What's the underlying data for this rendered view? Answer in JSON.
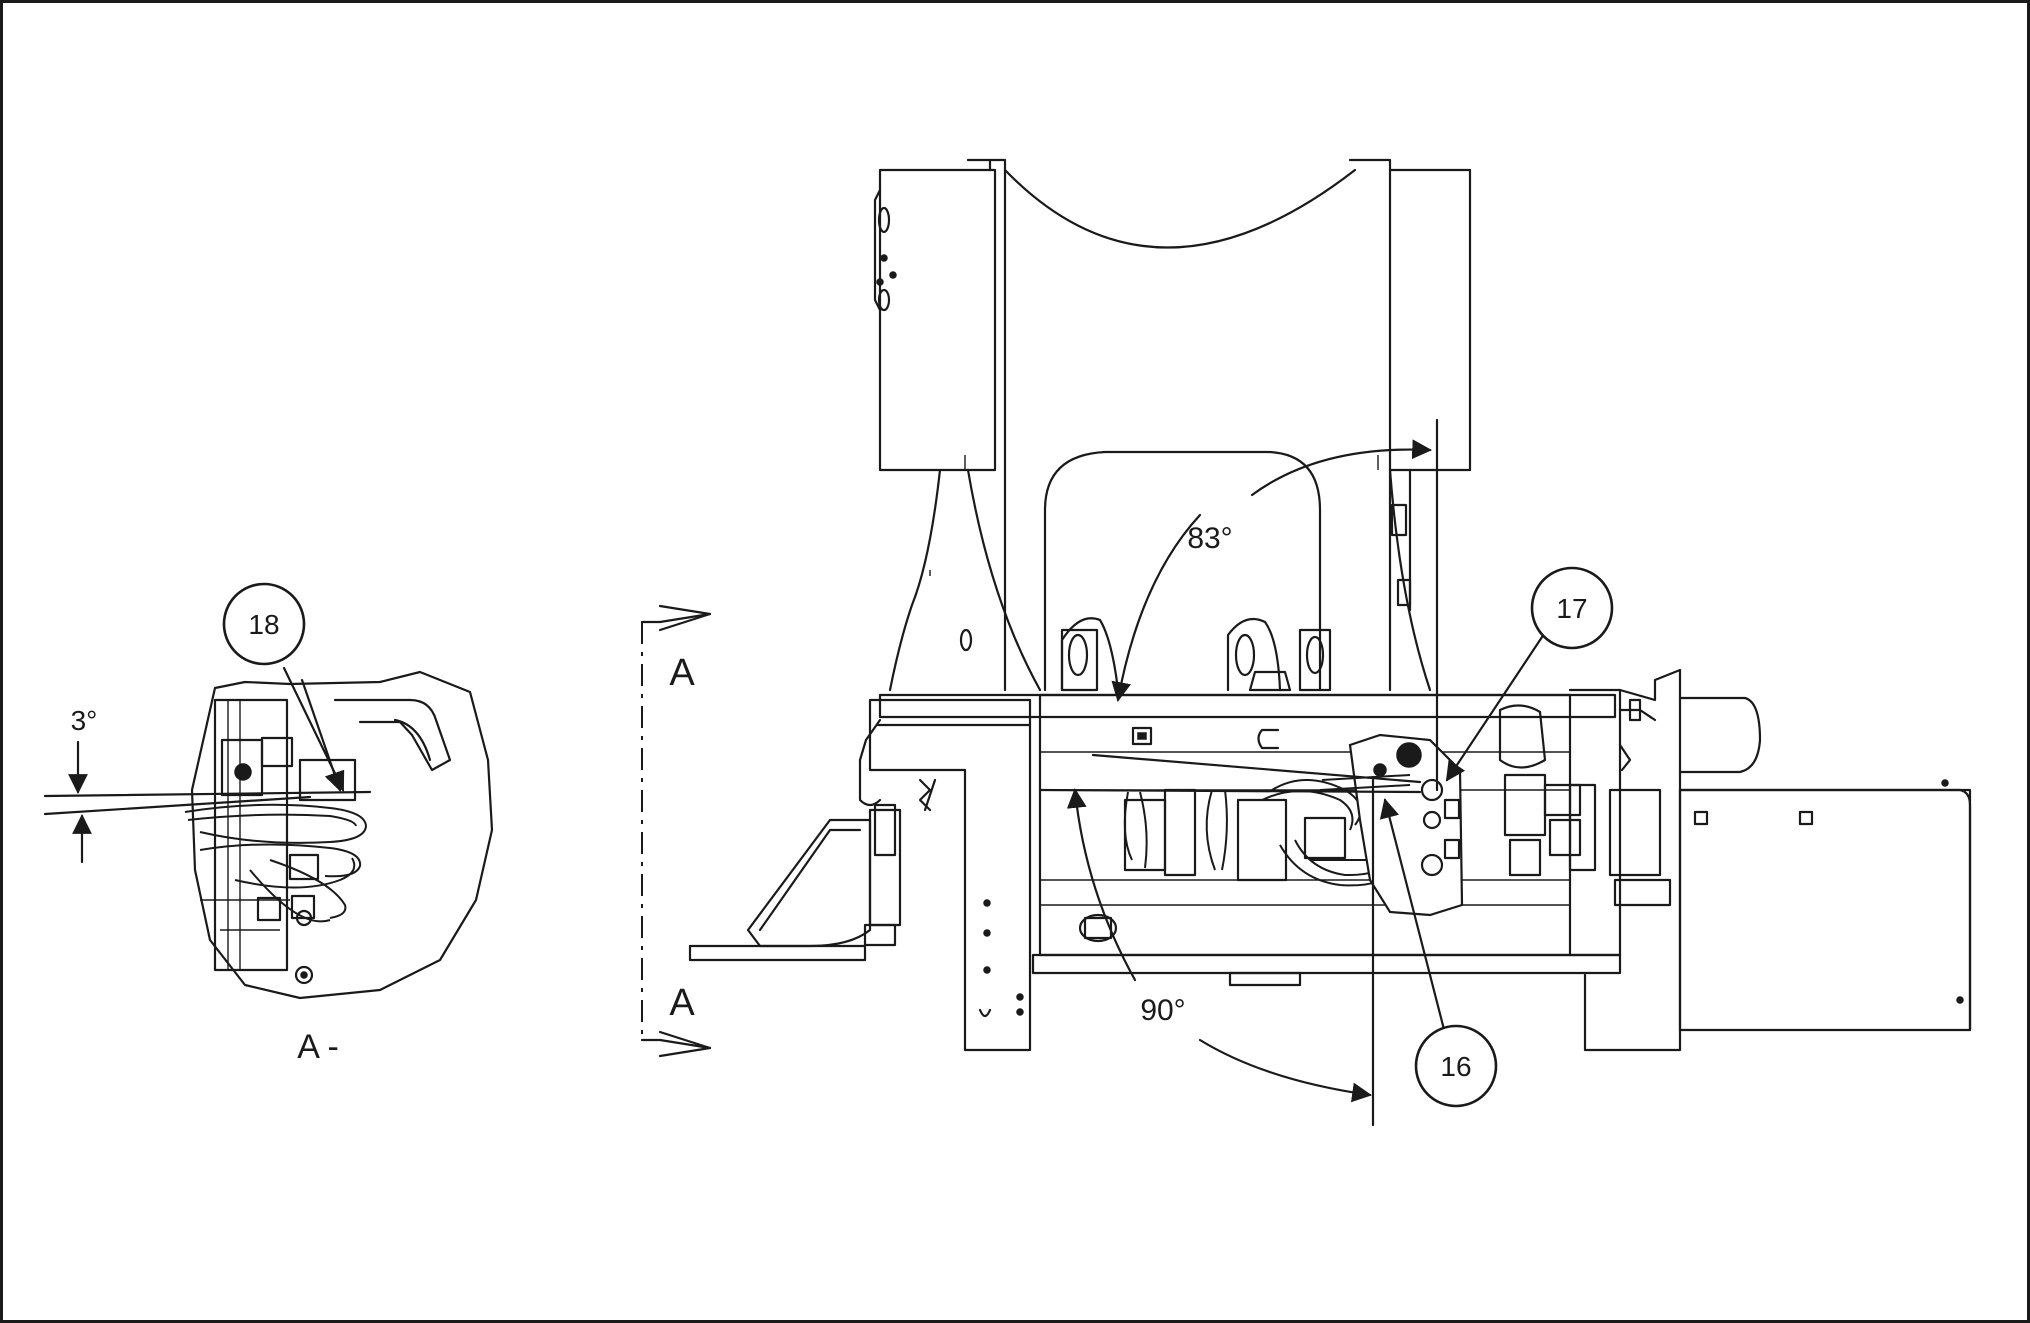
{
  "callouts": {
    "c16": "16",
    "c17": "17",
    "c18": "18"
  },
  "angles": {
    "a83": "83°",
    "a90": "90°",
    "a3": "3°"
  },
  "section": {
    "top_letter": "A",
    "bottom_letter": "A",
    "view_label": "A -"
  }
}
